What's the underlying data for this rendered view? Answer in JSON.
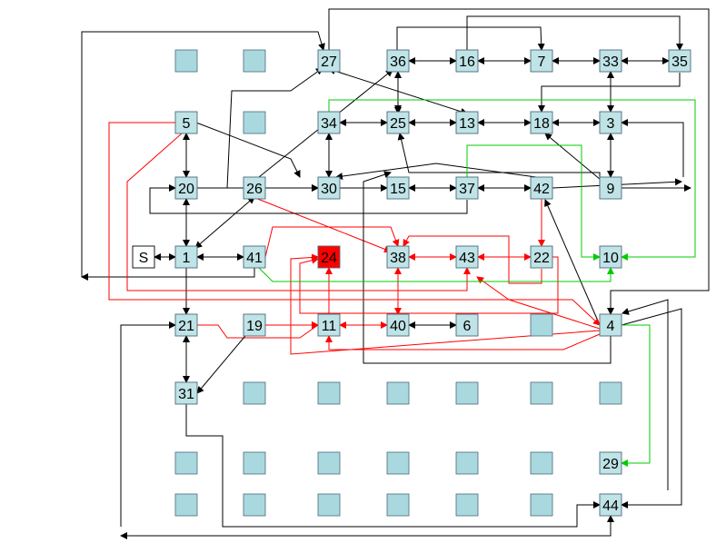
{
  "colors": {
    "node_fill": "#bfe3e6",
    "node_stroke": "#4a6a7a",
    "target_fill": "#ff0000",
    "start_fill": "#ffffff",
    "black_edge": "#000000",
    "red_edge": "#ff0000",
    "green_edge": "#00cc00",
    "blank_fill": "#a9d8df"
  },
  "start": {
    "label": "S"
  },
  "nodes": [
    {
      "id": "1",
      "label": "1"
    },
    {
      "id": "3",
      "label": "3"
    },
    {
      "id": "4",
      "label": "4"
    },
    {
      "id": "5",
      "label": "5"
    },
    {
      "id": "6",
      "label": "6"
    },
    {
      "id": "7",
      "label": "7"
    },
    {
      "id": "9",
      "label": "9"
    },
    {
      "id": "10",
      "label": "10"
    },
    {
      "id": "11",
      "label": "11"
    },
    {
      "id": "13",
      "label": "13"
    },
    {
      "id": "15",
      "label": "15"
    },
    {
      "id": "16",
      "label": "16"
    },
    {
      "id": "18",
      "label": "18"
    },
    {
      "id": "19",
      "label": "19"
    },
    {
      "id": "20",
      "label": "20"
    },
    {
      "id": "21",
      "label": "21"
    },
    {
      "id": "22",
      "label": "22"
    },
    {
      "id": "24",
      "label": "24",
      "target": true
    },
    {
      "id": "25",
      "label": "25"
    },
    {
      "id": "26",
      "label": "26"
    },
    {
      "id": "27",
      "label": "27"
    },
    {
      "id": "29",
      "label": "29"
    },
    {
      "id": "30",
      "label": "30"
    },
    {
      "id": "31",
      "label": "31"
    },
    {
      "id": "33",
      "label": "33"
    },
    {
      "id": "34",
      "label": "34"
    },
    {
      "id": "35",
      "label": "35"
    },
    {
      "id": "36",
      "label": "36"
    },
    {
      "id": "37",
      "label": "37"
    },
    {
      "id": "38",
      "label": "38"
    },
    {
      "id": "40",
      "label": "40"
    },
    {
      "id": "41",
      "label": "41"
    },
    {
      "id": "42",
      "label": "42"
    },
    {
      "id": "43",
      "label": "43"
    },
    {
      "id": "44",
      "label": "44"
    }
  ]
}
